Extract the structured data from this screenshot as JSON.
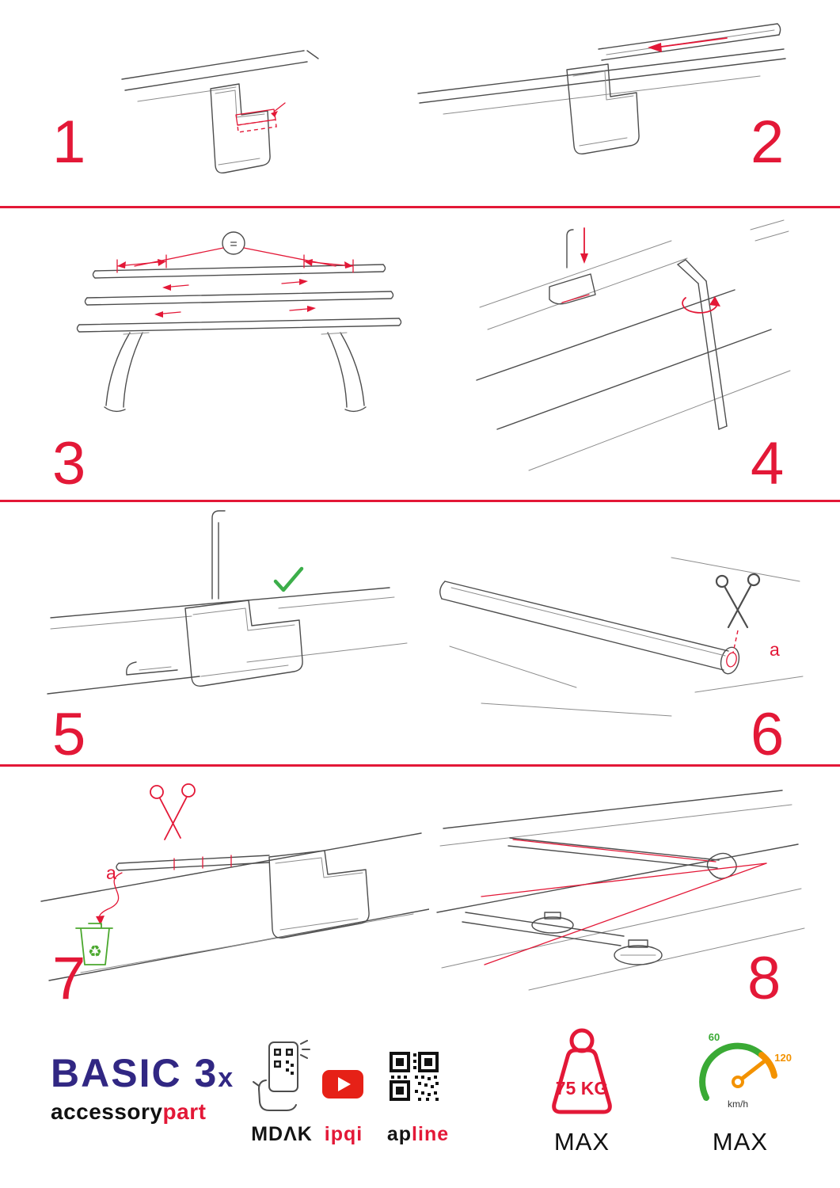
{
  "page": {
    "title": "Roof bar mounting instructions",
    "background": "#ffffff",
    "accent_red": "#e31837"
  },
  "steps": [
    {
      "number": "1"
    },
    {
      "number": "2"
    },
    {
      "number": "3",
      "equal_sign": "="
    },
    {
      "number": "4"
    },
    {
      "number": "5"
    },
    {
      "number": "6",
      "label_a": "a"
    },
    {
      "number": "7",
      "label_a": "a",
      "recycle_glyph": "♻"
    },
    {
      "number": "8"
    }
  ],
  "footer": {
    "brand_main": "BASIC 3",
    "brand_x": "x",
    "brand_color": "#312783",
    "accessory_black": "accessory",
    "accessory_red": "part",
    "mdak_label": "MDΛK",
    "ipqi_label": "ipqi",
    "apline_black": "ap",
    "apline_red": "line",
    "weight_value": "75 KG",
    "weight_max_label": "MAX",
    "speed_low": "60",
    "speed_high": "120",
    "speed_unit": "km/h",
    "speed_max_label": "MAX"
  }
}
